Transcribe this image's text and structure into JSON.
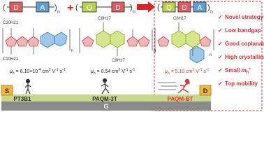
{
  "blocks": {
    "group1": [
      "D",
      "A"
    ],
    "group2": [
      "Q",
      "D"
    ],
    "group3": [
      "Q",
      "D",
      "A"
    ],
    "subscript": "n",
    "plus": "+"
  },
  "mobility": {
    "pt3b1": {
      "label": "μh= 6.10×10-4 cm2 V-1 s-1"
    },
    "paqm3t": {
      "label": "μh= 0.54 cm2 V-1 s-1"
    },
    "paqmbt": {
      "label": "μh= 5.10 cm2 V-1 s-1"
    }
  },
  "features": [
    "Novel strategy",
    "Low bandgap",
    "Good coplanarity",
    "High crystallinity",
    "Small mh*",
    "Top mobility"
  ],
  "device": {
    "source": "S",
    "drain": "D",
    "gate": "G",
    "polymers": [
      "PT3B1",
      "PAQM-3T",
      "PAQM-BT"
    ]
  },
  "chem": {
    "c_long_1": "C10H21",
    "c_long_2": "C8H17",
    "c_n": "n"
  },
  "colors": {
    "d_block": "#e85a5a",
    "a_block": "#5aa0d8",
    "q_block": "#b8d44a",
    "fe_red": "#e03030",
    "dashed_border": "#e03030",
    "source_drain": "#f2b53a",
    "channel": "#c8d88a",
    "gate": "#8a8a8a"
  }
}
